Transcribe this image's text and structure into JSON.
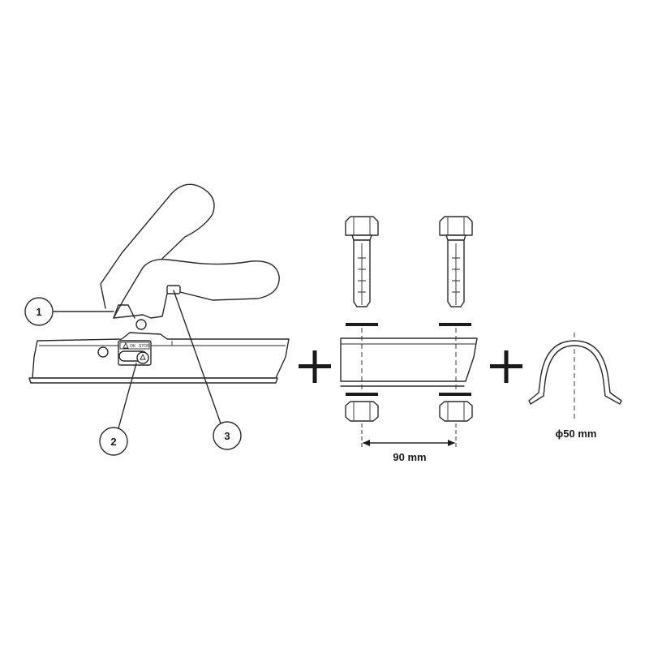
{
  "callouts": [
    {
      "number": "1"
    },
    {
      "number": "2"
    },
    {
      "number": "3"
    }
  ],
  "sticker": {
    "left": "OK",
    "right": "STOP"
  },
  "dimensions": {
    "bolt_spacing": "90 mm",
    "tube_diameter": "ϕ50 mm"
  },
  "operators": {
    "plus": "+"
  }
}
